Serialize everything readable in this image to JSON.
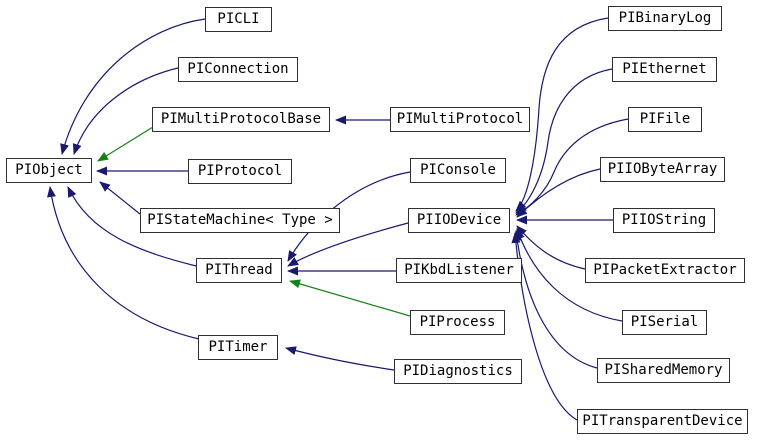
{
  "graph": {
    "kind": "class-inheritance-graph",
    "root_class": "PIObject",
    "arrow_direction": "derived-to-base"
  },
  "colors": {
    "public-inheritance": "#191970",
    "protected-inheritance": "#158215",
    "node-border": "#303030",
    "node-fill": "#ffffff",
    "node-text": "#000000",
    "canvas-background": "#ffffff"
  },
  "nodes": [
    {
      "id": "PIObject",
      "label": "PIObject"
    },
    {
      "id": "PICLI",
      "label": "PICLI"
    },
    {
      "id": "PIConnection",
      "label": "PIConnection"
    },
    {
      "id": "PIMultiProtocolBase",
      "label": "PIMultiProtocolBase"
    },
    {
      "id": "PIProtocol",
      "label": "PIProtocol"
    },
    {
      "id": "PIStateMachine",
      "label": "PIStateMachine< Type >"
    },
    {
      "id": "PIThread",
      "label": "PIThread"
    },
    {
      "id": "PITimer",
      "label": "PITimer"
    },
    {
      "id": "PIMultiProtocol",
      "label": "PIMultiProtocol"
    },
    {
      "id": "PIConsole",
      "label": "PIConsole"
    },
    {
      "id": "PIIODevice",
      "label": "PIIODevice"
    },
    {
      "id": "PIKbdListener",
      "label": "PIKbdListener"
    },
    {
      "id": "PIProcess",
      "label": "PIProcess"
    },
    {
      "id": "PIDiagnostics",
      "label": "PIDiagnostics"
    },
    {
      "id": "PIBinaryLog",
      "label": "PIBinaryLog"
    },
    {
      "id": "PIEthernet",
      "label": "PIEthernet"
    },
    {
      "id": "PIFile",
      "label": "PIFile"
    },
    {
      "id": "PIIOByteArray",
      "label": "PIIOByteArray"
    },
    {
      "id": "PIIOString",
      "label": "PIIOString"
    },
    {
      "id": "PIPacketExtractor",
      "label": "PIPacketExtractor"
    },
    {
      "id": "PISerial",
      "label": "PISerial"
    },
    {
      "id": "PISharedMemory",
      "label": "PISharedMemory"
    },
    {
      "id": "PITransparentDevice",
      "label": "PITransparentDevice"
    }
  ],
  "edges": [
    {
      "from": "PICLI",
      "to": "PIObject",
      "relation": "public"
    },
    {
      "from": "PIConnection",
      "to": "PIObject",
      "relation": "public"
    },
    {
      "from": "PIMultiProtocolBase",
      "to": "PIObject",
      "relation": "protected"
    },
    {
      "from": "PIProtocol",
      "to": "PIObject",
      "relation": "public"
    },
    {
      "from": "PIStateMachine",
      "to": "PIObject",
      "relation": "public"
    },
    {
      "from": "PIThread",
      "to": "PIObject",
      "relation": "public"
    },
    {
      "from": "PITimer",
      "to": "PIObject",
      "relation": "public"
    },
    {
      "from": "PIMultiProtocol",
      "to": "PIMultiProtocolBase",
      "relation": "public"
    },
    {
      "from": "PIConsole",
      "to": "PIThread",
      "relation": "public"
    },
    {
      "from": "PIIODevice",
      "to": "PIThread",
      "relation": "public"
    },
    {
      "from": "PIKbdListener",
      "to": "PIThread",
      "relation": "public"
    },
    {
      "from": "PIProcess",
      "to": "PIThread",
      "relation": "protected"
    },
    {
      "from": "PIDiagnostics",
      "to": "PITimer",
      "relation": "public"
    },
    {
      "from": "PIBinaryLog",
      "to": "PIIODevice",
      "relation": "public"
    },
    {
      "from": "PIEthernet",
      "to": "PIIODevice",
      "relation": "public"
    },
    {
      "from": "PIFile",
      "to": "PIIODevice",
      "relation": "public"
    },
    {
      "from": "PIIOByteArray",
      "to": "PIIODevice",
      "relation": "public"
    },
    {
      "from": "PIIOString",
      "to": "PIIODevice",
      "relation": "public"
    },
    {
      "from": "PIPacketExtractor",
      "to": "PIIODevice",
      "relation": "public"
    },
    {
      "from": "PISerial",
      "to": "PIIODevice",
      "relation": "public"
    },
    {
      "from": "PISharedMemory",
      "to": "PIIODevice",
      "relation": "public"
    },
    {
      "from": "PITransparentDevice",
      "to": "PIIODevice",
      "relation": "public"
    }
  ]
}
